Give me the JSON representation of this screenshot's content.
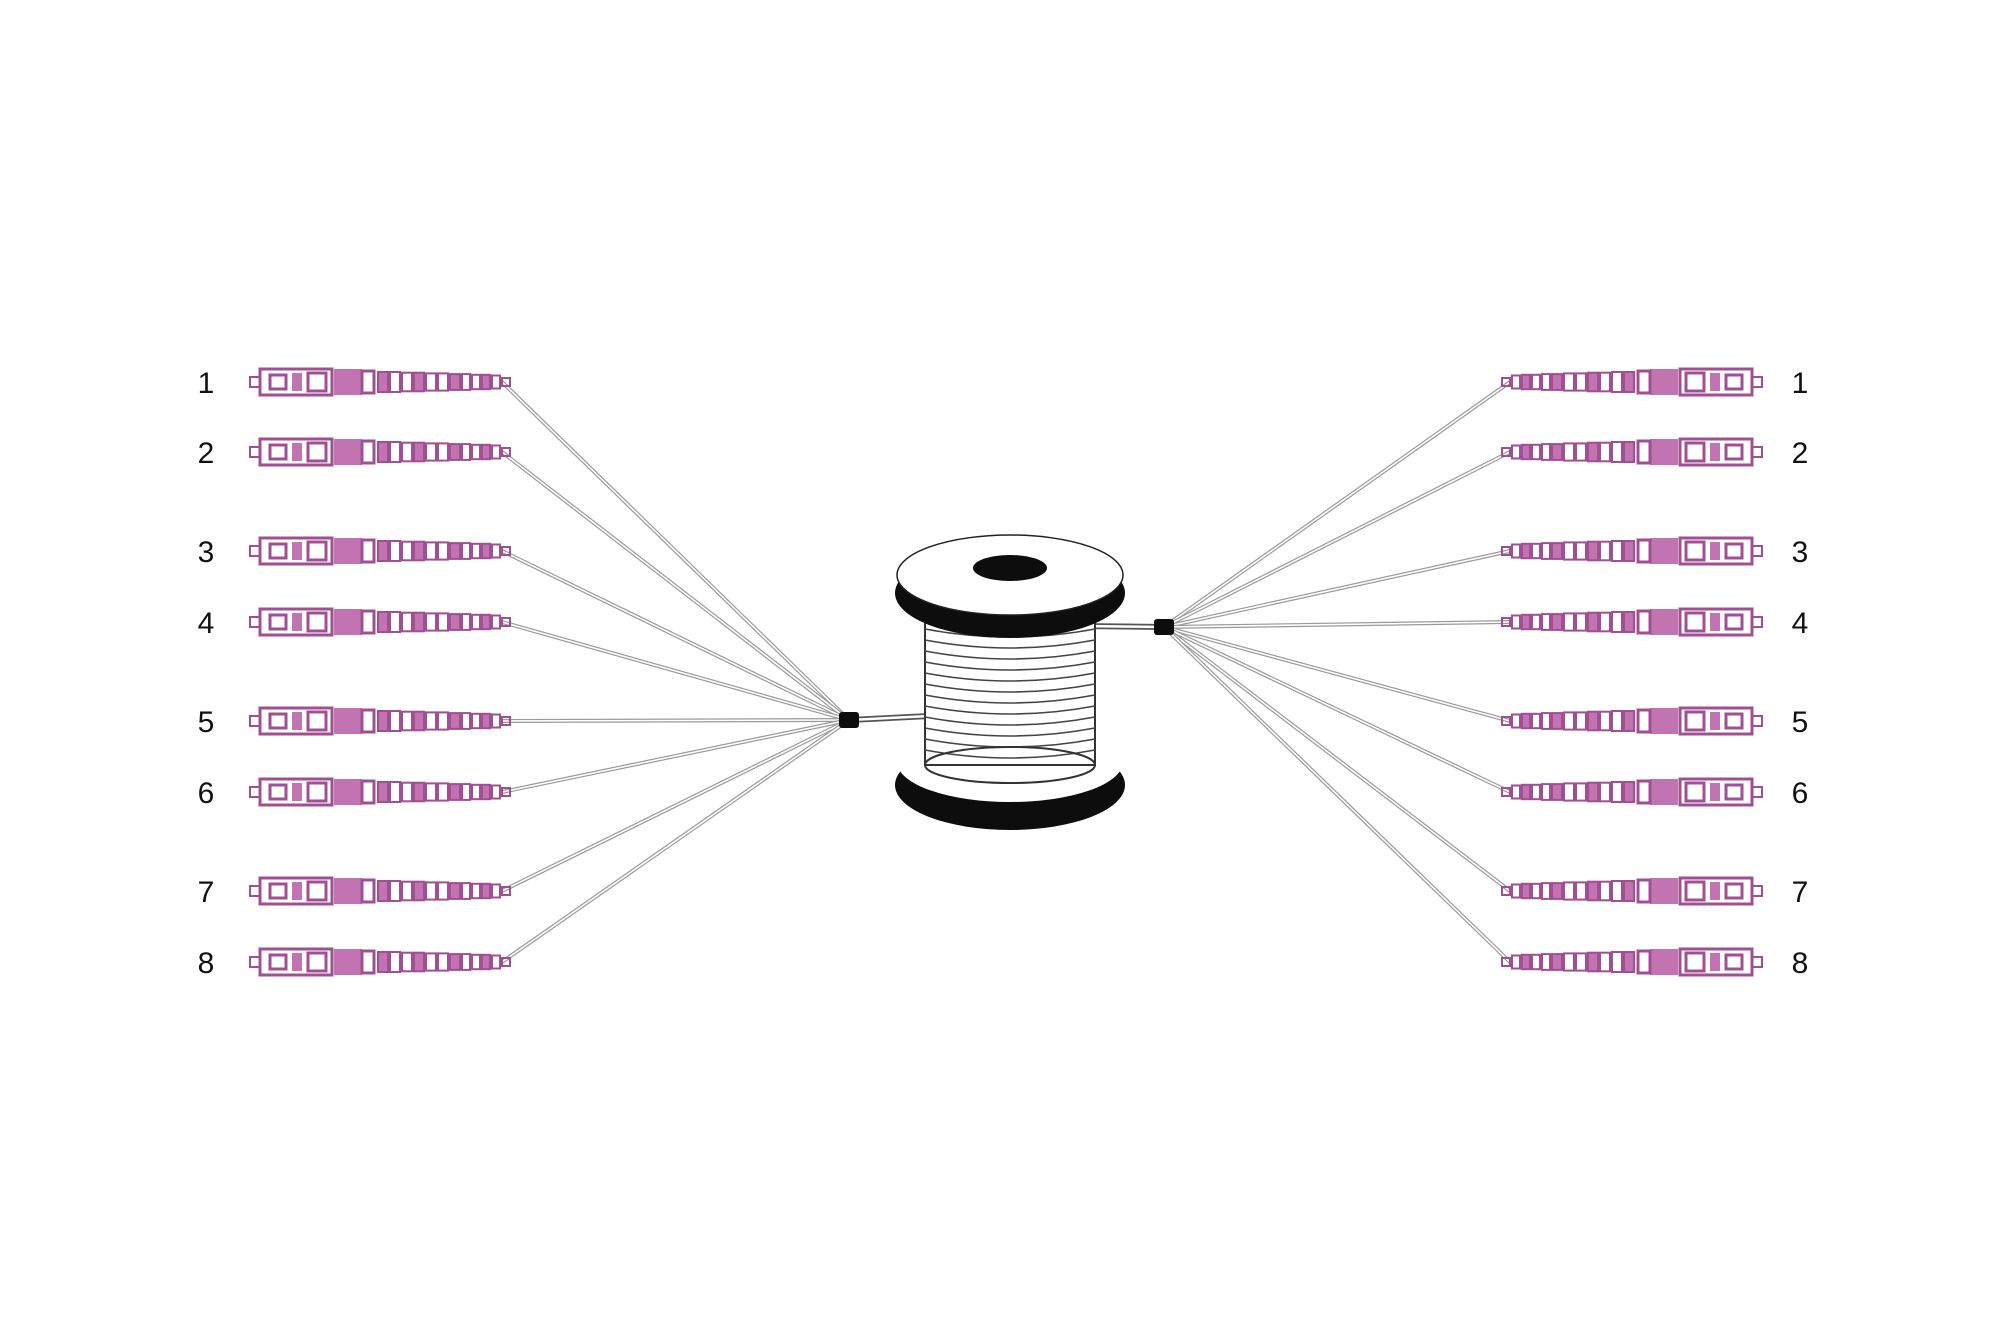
{
  "diagram": {
    "type": "fiber-optic-fanout-cable-reel",
    "left_fanout": {
      "labels": [
        "1",
        "2",
        "3",
        "4",
        "5",
        "6",
        "7",
        "8"
      ]
    },
    "right_fanout": {
      "labels": [
        "1",
        "2",
        "3",
        "4",
        "5",
        "6",
        "7",
        "8"
      ]
    },
    "connector_count_per_side": 8,
    "icons": {
      "connector": "lc-connector-icon",
      "reel": "cable-reel-icon",
      "breakout": "breakout-node-icon"
    }
  },
  "colors": {
    "connector": "#c274b2",
    "connector_outline": "#a04f92",
    "fiber": "#9a9a9a",
    "reel": "#0d0d0d",
    "background": "#ffffff"
  }
}
